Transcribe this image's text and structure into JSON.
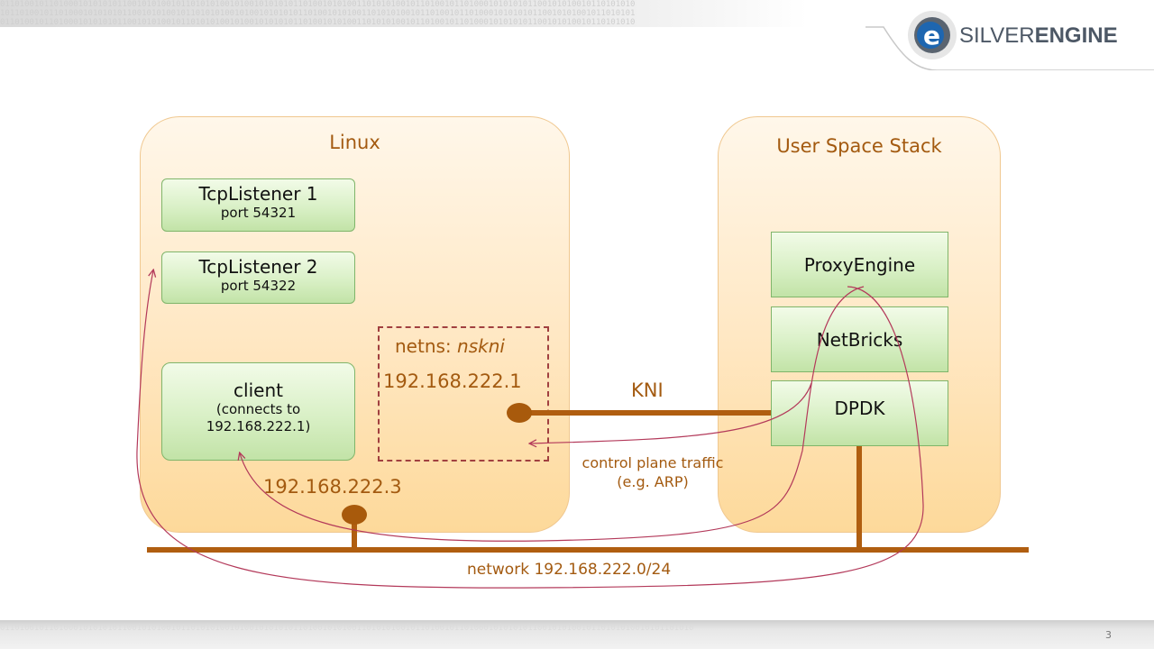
{
  "header": {
    "binary_text": "0110100101101000101010101100101010010110101010010100101010101101001010100110101010010110100101101000101010101100101010010110101010",
    "binary_text_2": "1011010010110100010101010110010101001011010101001010010101010110100101010011010101001011010010110100010101010110010101001011010101",
    "logo_letter": "e",
    "logo_text_light": "SILVER",
    "logo_text_bold": "ENGINE",
    "logo_color": "#4d5866",
    "logo_accent": "#1e66b0"
  },
  "footer": {
    "binary_text": "0110100101101000101010101100101010010110101010010100101010101101001010100110101010010110100101101000101010101100101010010110101010010101101010",
    "slide_number": "3"
  },
  "linux": {
    "title": "Linux",
    "listener1": {
      "title": "TcpListener 1",
      "port": "port 54321"
    },
    "listener2": {
      "title": "TcpListener 2",
      "port": "port 54322"
    },
    "client": {
      "title": "client",
      "line1": "(connects to",
      "line2": "192.168.222.1)"
    },
    "netns_label": "netns: ",
    "netns_name": "nskni",
    "netns_ip": "192.168.222.1",
    "host_ip": "192.168.222.3"
  },
  "userspace": {
    "title": "User Space Stack",
    "layers": [
      "ProxyEngine",
      "NetBricks",
      "DPDK"
    ]
  },
  "links": {
    "kni": "KNI",
    "control_plane_1": "control plane traffic",
    "control_plane_2": "(e.g. ARP)",
    "network": "network 192.168.222.0/24"
  },
  "colors": {
    "orange_text": "#a35a10",
    "wire": "#b05e10",
    "flow_line": "#b3395a",
    "green_box": "#c2e3a7",
    "panel": "#fde1b0"
  }
}
